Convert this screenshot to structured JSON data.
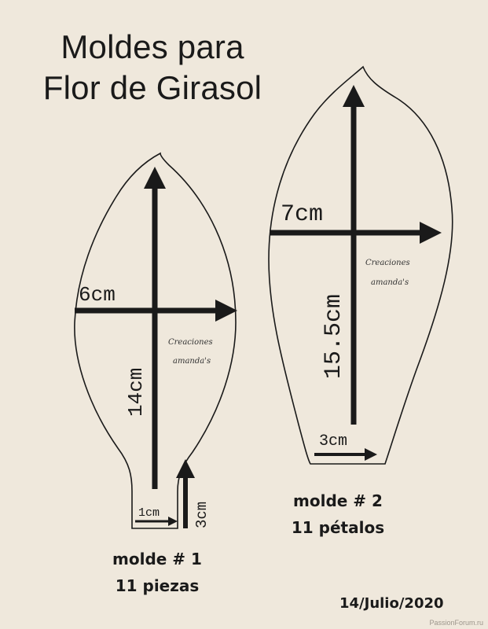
{
  "title": {
    "line1": "Moldes para",
    "line2": "Flor de Girasol"
  },
  "mold1": {
    "width_label": "6cm",
    "height_label": "14cm",
    "stem_width_label": "1cm",
    "stem_height_label": "3cm",
    "signature_line1": "Creaciones",
    "signature_line2": "amanda's",
    "caption_line1": "molde # 1",
    "caption_line2": "11 piezas"
  },
  "mold2": {
    "width_label": "7cm",
    "height_label": "15.5cm",
    "base_width_label": "3cm",
    "signature_line1": "Creaciones",
    "signature_line2": "amanda's",
    "caption_line1": "molde # 2",
    "caption_line2": "11 pétalos"
  },
  "date": "14/Julio/2020",
  "watermark": "PassionForum.ru"
}
